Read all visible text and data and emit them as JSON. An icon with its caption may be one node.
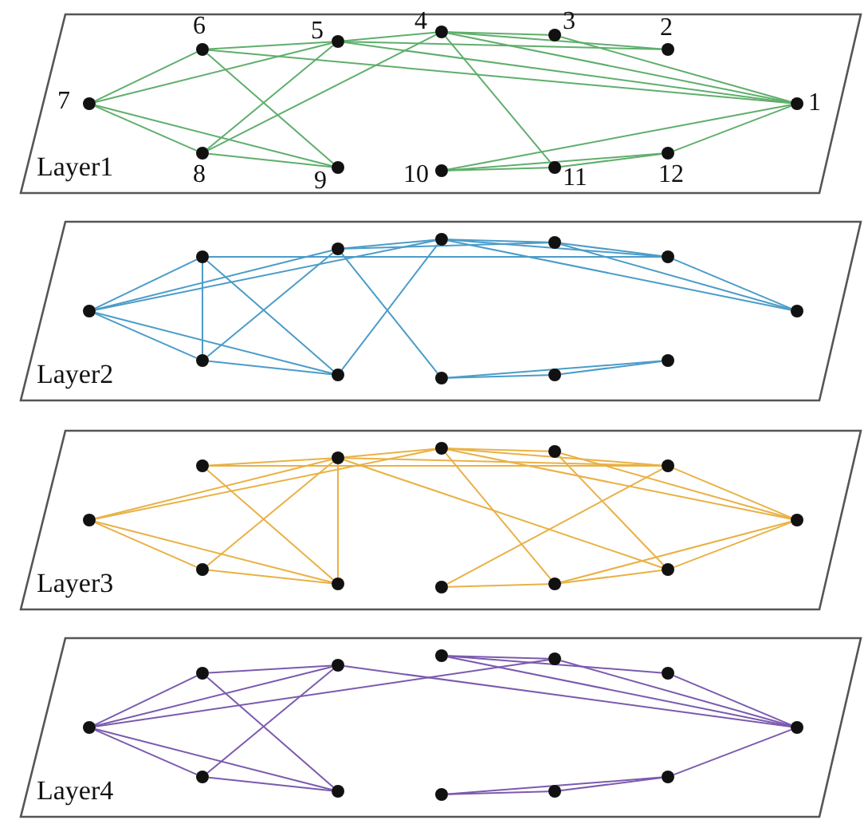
{
  "diagram": {
    "nodes": [
      {
        "text": [
          "Layer1"
        ]
      },
      {
        "text": [],
        "shape": "circle",
        "in": 0,
        "beside": [
          "1"
        ]
      },
      {
        "text": [],
        "shape": "circle",
        "in": 0,
        "beside": [
          "2"
        ]
      },
      {
        "text": [],
        "shape": "circle",
        "in": 0,
        "beside": [
          "3"
        ]
      },
      {
        "text": [],
        "shape": "circle",
        "in": 0,
        "beside": [
          "4"
        ]
      },
      {
        "text": [],
        "shape": "circle",
        "in": 0,
        "beside": [
          "5"
        ]
      },
      {
        "text": [],
        "shape": "circle",
        "in": 0,
        "beside": [
          "6"
        ]
      },
      {
        "text": [],
        "shape": "circle",
        "in": 0,
        "beside": [
          "7"
        ]
      },
      {
        "text": [],
        "shape": "circle",
        "in": 0,
        "beside": [
          "8"
        ]
      },
      {
        "text": [],
        "shape": "circle",
        "in": 0,
        "beside": [
          "9"
        ]
      },
      {
        "text": [],
        "shape": "circle",
        "in": 0,
        "beside": [
          "10"
        ]
      },
      {
        "text": [],
        "shape": "circle",
        "in": 0,
        "beside": [
          "11"
        ]
      },
      {
        "text": [],
        "shape": "circle",
        "in": 0,
        "beside": [
          "12"
        ]
      },
      {
        "text": [
          "Layer2"
        ]
      },
      {
        "text": [],
        "shape": "circle",
        "in": 13
      },
      {
        "text": [],
        "shape": "circle",
        "in": 13
      },
      {
        "text": [],
        "shape": "circle",
        "in": 13
      },
      {
        "text": [],
        "shape": "circle",
        "in": 13
      },
      {
        "text": [],
        "shape": "circle",
        "in": 13
      },
      {
        "text": [],
        "shape": "circle",
        "in": 13
      },
      {
        "text": [],
        "shape": "circle",
        "in": 13
      },
      {
        "text": [],
        "shape": "circle",
        "in": 13
      },
      {
        "text": [],
        "shape": "circle",
        "in": 13
      },
      {
        "text": [],
        "shape": "circle",
        "in": 13
      },
      {
        "text": [],
        "shape": "circle",
        "in": 13
      },
      {
        "text": [],
        "shape": "circle",
        "in": 13
      },
      {
        "text": [
          "Layer3"
        ]
      },
      {
        "text": [],
        "shape": "circle",
        "in": 26
      },
      {
        "text": [],
        "shape": "circle",
        "in": 26
      },
      {
        "text": [],
        "shape": "circle",
        "in": 26
      },
      {
        "text": [],
        "shape": "circle",
        "in": 26
      },
      {
        "text": [],
        "shape": "circle",
        "in": 26
      },
      {
        "text": [],
        "shape": "circle",
        "in": 26
      },
      {
        "text": [],
        "shape": "circle",
        "in": 26
      },
      {
        "text": [],
        "shape": "circle",
        "in": 26
      },
      {
        "text": [],
        "shape": "circle",
        "in": 26
      },
      {
        "text": [],
        "shape": "circle",
        "in": 26
      },
      {
        "text": [],
        "shape": "circle",
        "in": 26
      },
      {
        "text": [],
        "shape": "circle",
        "in": 26
      },
      {
        "text": [
          "Layer4"
        ]
      },
      {
        "text": [],
        "shape": "circle",
        "in": 39
      },
      {
        "text": [],
        "shape": "circle",
        "in": 39
      },
      {
        "text": [],
        "shape": "circle",
        "in": 39
      },
      {
        "text": [],
        "shape": "circle",
        "in": 39
      },
      {
        "text": [],
        "shape": "circle",
        "in": 39
      },
      {
        "text": [],
        "shape": "circle",
        "in": 39
      },
      {
        "text": [],
        "shape": "circle",
        "in": 39
      },
      {
        "text": [],
        "shape": "circle",
        "in": 39
      },
      {
        "text": [],
        "shape": "circle",
        "in": 39
      },
      {
        "text": [],
        "shape": "circle",
        "in": 39
      },
      {
        "text": [],
        "shape": "circle",
        "in": 39
      },
      {
        "text": [],
        "shape": "circle",
        "in": 39
      }
    ],
    "edges": [
      {
        "from": 7,
        "to": 6,
        "arrow": "none",
        "color": "#5fae6c"
      },
      {
        "from": 7,
        "to": 5,
        "arrow": "none",
        "color": "#5fae6c"
      },
      {
        "from": 7,
        "to": 8,
        "arrow": "none",
        "color": "#5fae6c"
      },
      {
        "from": 7,
        "to": 9,
        "arrow": "none",
        "color": "#5fae6c"
      },
      {
        "from": 6,
        "to": 5,
        "arrow": "none",
        "color": "#5fae6c"
      },
      {
        "from": 6,
        "to": 9,
        "arrow": "none",
        "color": "#5fae6c"
      },
      {
        "from": 6,
        "to": 1,
        "arrow": "none",
        "color": "#5fae6c"
      },
      {
        "from": 5,
        "to": 4,
        "arrow": "none",
        "color": "#5fae6c"
      },
      {
        "from": 5,
        "to": 8,
        "arrow": "none",
        "color": "#5fae6c"
      },
      {
        "from": 5,
        "to": 2,
        "arrow": "none",
        "color": "#5fae6c"
      },
      {
        "from": 5,
        "to": 1,
        "arrow": "none",
        "color": "#5fae6c"
      },
      {
        "from": 4,
        "to": 8,
        "arrow": "none",
        "color": "#5fae6c"
      },
      {
        "from": 4,
        "to": 3,
        "arrow": "none",
        "color": "#5fae6c"
      },
      {
        "from": 4,
        "to": 2,
        "arrow": "none",
        "color": "#5fae6c"
      },
      {
        "from": 4,
        "to": 1,
        "arrow": "none",
        "color": "#5fae6c"
      },
      {
        "from": 4,
        "to": 11,
        "arrow": "none",
        "color": "#5fae6c"
      },
      {
        "from": 3,
        "to": 1,
        "arrow": "none",
        "color": "#5fae6c"
      },
      {
        "from": 8,
        "to": 9,
        "arrow": "none",
        "color": "#5fae6c"
      },
      {
        "from": 10,
        "to": 11,
        "arrow": "none",
        "color": "#5fae6c"
      },
      {
        "from": 10,
        "to": 12,
        "arrow": "none",
        "color": "#5fae6c"
      },
      {
        "from": 10,
        "to": 1,
        "arrow": "none",
        "color": "#5fae6c"
      },
      {
        "from": 11,
        "to": 12,
        "arrow": "none",
        "color": "#5fae6c"
      },
      {
        "from": 12,
        "to": 1,
        "arrow": "none",
        "color": "#5fae6c"
      },
      {
        "from": 20,
        "to": 19,
        "arrow": "none",
        "color": "#4b9cc8"
      },
      {
        "from": 20,
        "to": 18,
        "arrow": "none",
        "color": "#4b9cc8"
      },
      {
        "from": 20,
        "to": 17,
        "arrow": "none",
        "color": "#4b9cc8"
      },
      {
        "from": 20,
        "to": 21,
        "arrow": "none",
        "color": "#4b9cc8"
      },
      {
        "from": 20,
        "to": 22,
        "arrow": "none",
        "color": "#4b9cc8"
      },
      {
        "from": 19,
        "to": 21,
        "arrow": "none",
        "color": "#4b9cc8"
      },
      {
        "from": 19,
        "to": 22,
        "arrow": "none",
        "color": "#4b9cc8"
      },
      {
        "from": 19,
        "to": 15,
        "arrow": "none",
        "color": "#4b9cc8"
      },
      {
        "from": 18,
        "to": 17,
        "arrow": "none",
        "color": "#4b9cc8"
      },
      {
        "from": 18,
        "to": 16,
        "arrow": "none",
        "color": "#4b9cc8"
      },
      {
        "from": 18,
        "to": 21,
        "arrow": "none",
        "color": "#4b9cc8"
      },
      {
        "from": 18,
        "to": 23,
        "arrow": "none",
        "color": "#4b9cc8"
      },
      {
        "from": 17,
        "to": 22,
        "arrow": "none",
        "color": "#4b9cc8"
      },
      {
        "from": 17,
        "to": 16,
        "arrow": "none",
        "color": "#4b9cc8"
      },
      {
        "from": 17,
        "to": 15,
        "arrow": "none",
        "color": "#4b9cc8"
      },
      {
        "from": 17,
        "to": 14,
        "arrow": "none",
        "color": "#4b9cc8"
      },
      {
        "from": 16,
        "to": 14,
        "arrow": "none",
        "color": "#4b9cc8"
      },
      {
        "from": 16,
        "to": 15,
        "arrow": "none",
        "color": "#4b9cc8"
      },
      {
        "from": 15,
        "to": 14,
        "arrow": "none",
        "color": "#4b9cc8"
      },
      {
        "from": 21,
        "to": 22,
        "arrow": "none",
        "color": "#4b9cc8"
      },
      {
        "from": 23,
        "to": 24,
        "arrow": "none",
        "color": "#4b9cc8"
      },
      {
        "from": 23,
        "to": 25,
        "arrow": "none",
        "color": "#4b9cc8"
      },
      {
        "from": 24,
        "to": 25,
        "arrow": "none",
        "color": "#4b9cc8"
      },
      {
        "from": 33,
        "to": 31,
        "arrow": "none",
        "color": "#e9b145"
      },
      {
        "from": 33,
        "to": 30,
        "arrow": "none",
        "color": "#e9b145"
      },
      {
        "from": 33,
        "to": 34,
        "arrow": "none",
        "color": "#e9b145"
      },
      {
        "from": 33,
        "to": 35,
        "arrow": "none",
        "color": "#e9b145"
      },
      {
        "from": 32,
        "to": 31,
        "arrow": "none",
        "color": "#e9b145"
      },
      {
        "from": 32,
        "to": 35,
        "arrow": "none",
        "color": "#e9b145"
      },
      {
        "from": 32,
        "to": 28,
        "arrow": "none",
        "color": "#e9b145"
      },
      {
        "from": 31,
        "to": 35,
        "arrow": "none",
        "color": "#e9b145"
      },
      {
        "from": 31,
        "to": 34,
        "arrow": "none",
        "color": "#e9b145"
      },
      {
        "from": 31,
        "to": 30,
        "arrow": "none",
        "color": "#e9b145"
      },
      {
        "from": 31,
        "to": 28,
        "arrow": "none",
        "color": "#e9b145"
      },
      {
        "from": 31,
        "to": 38,
        "arrow": "none",
        "color": "#e9b145"
      },
      {
        "from": 30,
        "to": 29,
        "arrow": "none",
        "color": "#e9b145"
      },
      {
        "from": 30,
        "to": 37,
        "arrow": "none",
        "color": "#e9b145"
      },
      {
        "from": 30,
        "to": 27,
        "arrow": "none",
        "color": "#e9b145"
      },
      {
        "from": 30,
        "to": 28,
        "arrow": "none",
        "color": "#e9b145"
      },
      {
        "from": 29,
        "to": 38,
        "arrow": "none",
        "color": "#e9b145"
      },
      {
        "from": 29,
        "to": 27,
        "arrow": "none",
        "color": "#e9b145"
      },
      {
        "from": 28,
        "to": 27,
        "arrow": "none",
        "color": "#e9b145"
      },
      {
        "from": 28,
        "to": 36,
        "arrow": "none",
        "color": "#e9b145"
      },
      {
        "from": 34,
        "to": 35,
        "arrow": "none",
        "color": "#e9b145"
      },
      {
        "from": 36,
        "to": 37,
        "arrow": "none",
        "color": "#e9b145"
      },
      {
        "from": 37,
        "to": 38,
        "arrow": "none",
        "color": "#e9b145"
      },
      {
        "from": 37,
        "to": 27,
        "arrow": "none",
        "color": "#e9b145"
      },
      {
        "from": 38,
        "to": 27,
        "arrow": "none",
        "color": "#e9b145"
      },
      {
        "from": 46,
        "to": 45,
        "arrow": "none",
        "color": "#7b5aae"
      },
      {
        "from": 46,
        "to": 44,
        "arrow": "none",
        "color": "#7b5aae"
      },
      {
        "from": 46,
        "to": 47,
        "arrow": "none",
        "color": "#7b5aae"
      },
      {
        "from": 46,
        "to": 48,
        "arrow": "none",
        "color": "#7b5aae"
      },
      {
        "from": 46,
        "to": 42,
        "arrow": "none",
        "color": "#7b5aae"
      },
      {
        "from": 45,
        "to": 44,
        "arrow": "none",
        "color": "#7b5aae"
      },
      {
        "from": 45,
        "to": 48,
        "arrow": "none",
        "color": "#7b5aae"
      },
      {
        "from": 44,
        "to": 47,
        "arrow": "none",
        "color": "#7b5aae"
      },
      {
        "from": 44,
        "to": 40,
        "arrow": "none",
        "color": "#7b5aae"
      },
      {
        "from": 43,
        "to": 42,
        "arrow": "none",
        "color": "#7b5aae"
      },
      {
        "from": 43,
        "to": 41,
        "arrow": "none",
        "color": "#7b5aae"
      },
      {
        "from": 43,
        "to": 40,
        "arrow": "none",
        "color": "#7b5aae"
      },
      {
        "from": 42,
        "to": 40,
        "arrow": "none",
        "color": "#7b5aae"
      },
      {
        "from": 41,
        "to": 40,
        "arrow": "none",
        "color": "#7b5aae"
      },
      {
        "from": 47,
        "to": 48,
        "arrow": "none",
        "color": "#7b5aae"
      },
      {
        "from": 49,
        "to": 50,
        "arrow": "none",
        "color": "#7b5aae"
      },
      {
        "from": 49,
        "to": 51,
        "arrow": "none",
        "color": "#7b5aae"
      },
      {
        "from": 50,
        "to": 51,
        "arrow": "none",
        "color": "#7b5aae"
      },
      {
        "from": 51,
        "to": 40,
        "arrow": "none",
        "color": "#7b5aae"
      }
    ]
  }
}
